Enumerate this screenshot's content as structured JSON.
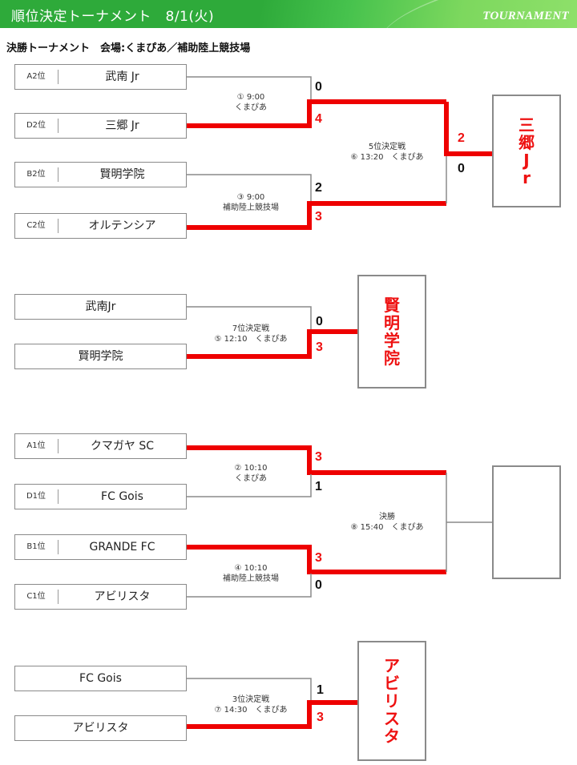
{
  "header": {
    "title": "順位決定トーナメント　8/1(火)",
    "logo": "TOURNAMENT"
  },
  "subtitle": "決勝トーナメント　会場:くまぴあ／補助陸上競技場",
  "colors": {
    "header_green": "#2eaa3a",
    "winner_red": "#ee1111",
    "line_gray": "#8a8a8a"
  },
  "sections": [
    {
      "teams": [
        {
          "seed": "A2位",
          "name": "武南 Jr"
        },
        {
          "seed": "D2位",
          "name": "三郷 Jr"
        },
        {
          "seed": "B2位",
          "name": "賢明学院"
        },
        {
          "seed": "C2位",
          "name": "オルテンシア"
        }
      ],
      "matches": [
        {
          "line1": "① 9:00",
          "line2": "くまぴあ",
          "score_top": "0",
          "score_bottom": "4"
        },
        {
          "line1": "③ 9:00",
          "line2": "補助陸上競技場",
          "score_top": "2",
          "score_bottom": "3"
        },
        {
          "line1": "5位決定戦",
          "line2": "⑥ 13:20　くまぴあ",
          "score_top": "2",
          "score_bottom": "0"
        }
      ],
      "winner": [
        "三",
        "郷",
        "J",
        "r"
      ]
    },
    {
      "teams": [
        {
          "seed": "",
          "name": "武南Jr"
        },
        {
          "seed": "",
          "name": "賢明学院"
        }
      ],
      "matches": [
        {
          "line1": "7位決定戦",
          "line2": "⑤ 12:10　くまぴあ",
          "score_top": "0",
          "score_bottom": "3"
        }
      ],
      "winner": [
        "賢",
        "明",
        "学",
        "院"
      ]
    },
    {
      "teams": [
        {
          "seed": "A1位",
          "name": "クマガヤ SC"
        },
        {
          "seed": "D1位",
          "name": "FC Gois"
        },
        {
          "seed": "B1位",
          "name": "GRANDE FC"
        },
        {
          "seed": "C1位",
          "name": "アビリスタ"
        }
      ],
      "matches": [
        {
          "line1": "② 10:10",
          "line2": "くまぴあ",
          "score_top": "3",
          "score_bottom": "1"
        },
        {
          "line1": "④ 10:10",
          "line2": "補助陸上競技場",
          "score_top": "3",
          "score_bottom": "0"
        },
        {
          "line1": "決勝",
          "line2": "⑧ 15:40　くまぴあ"
        }
      ],
      "winner": []
    },
    {
      "teams": [
        {
          "seed": "",
          "name": "FC Gois"
        },
        {
          "seed": "",
          "name": "アビリスタ"
        }
      ],
      "matches": [
        {
          "line1": "3位決定戦",
          "line2": "⑦ 14:30　くまぴあ",
          "score_top": "1",
          "score_bottom": "3"
        }
      ],
      "winner": [
        "ア",
        "ビ",
        "リ",
        "ス",
        "タ"
      ]
    }
  ]
}
